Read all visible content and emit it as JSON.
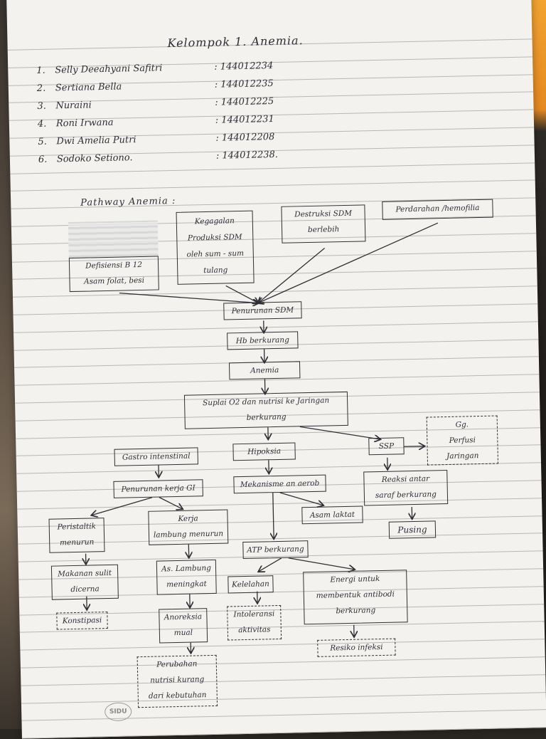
{
  "page": {
    "title": "Kelompok 1. Anemia.",
    "section_title": "Pathway Anemia :"
  },
  "members": [
    {
      "num": "1.",
      "name": "Selly Deeahyani Safitri",
      "id": ": 144012234"
    },
    {
      "num": "2.",
      "name": "Sertiana Bella",
      "id": ": 144012235"
    },
    {
      "num": "3.",
      "name": "Nuraini",
      "id": ": 144012225"
    },
    {
      "num": "4.",
      "name": "Roni Irwana",
      "id": ": 144012231"
    },
    {
      "num": "5.",
      "name": "Dwi Amelia Putri",
      "id": ": 144012208"
    },
    {
      "num": "6.",
      "name": "Sodoko Setiono.",
      "id": ": 144012238."
    }
  ],
  "pathway": {
    "defisiensi": "Defisiensi B 12\nAsam folat, besi",
    "kegagalan": "Kegagalan\nProduksi SDM\noleh sum - sum\ntulang",
    "destruksi": "Destruksi SDM\nberlebih",
    "perdarahan": "Perdarahan /hemofilia",
    "penurunan_sdm": "Penurunan SDM",
    "hb": "Hb berkurang",
    "anemia": "Anemia",
    "suplai": "Suplai O2 dan nutrisi ke Jaringan\nberkurang",
    "gastro": "Gastro intenstinal",
    "hipoksia": "Hipoksia",
    "ssp": "SSP",
    "gg_perfusi": "Gg.\nPerfusi\nJaringan",
    "penurunan_kerja": "Penurunan kerja GI",
    "mekanisme": "Mekanisme an aerob",
    "reaksi": "Reaksi antar\nsaraf berkurang",
    "peristaltik": "Peristaltik\nmenurun",
    "kerja_lambung": "Kerja\nlambung menurun",
    "asam_laktat": "Asam laktat",
    "pusing": "Pusing",
    "atp": "ATP berkurang",
    "makanan": "Makanan sulit\ndicerna",
    "as_lambung": "As. Lambung\nmeningkat",
    "kelelahan": "Kelelahan",
    "energi": "Energi untuk\nmembentuk antibodi\nberkurang",
    "konstipasi": "Konstipasi",
    "anoreksia": "Anoreksia\nmual",
    "intoleransi": "Intoleransi\naktivitas",
    "resiko": "Resiko infeksi",
    "perubahan_nutrisi": "Perubahan\nnutrisi kurang\ndari kebutuhan"
  },
  "logo_text": "SIDU"
}
